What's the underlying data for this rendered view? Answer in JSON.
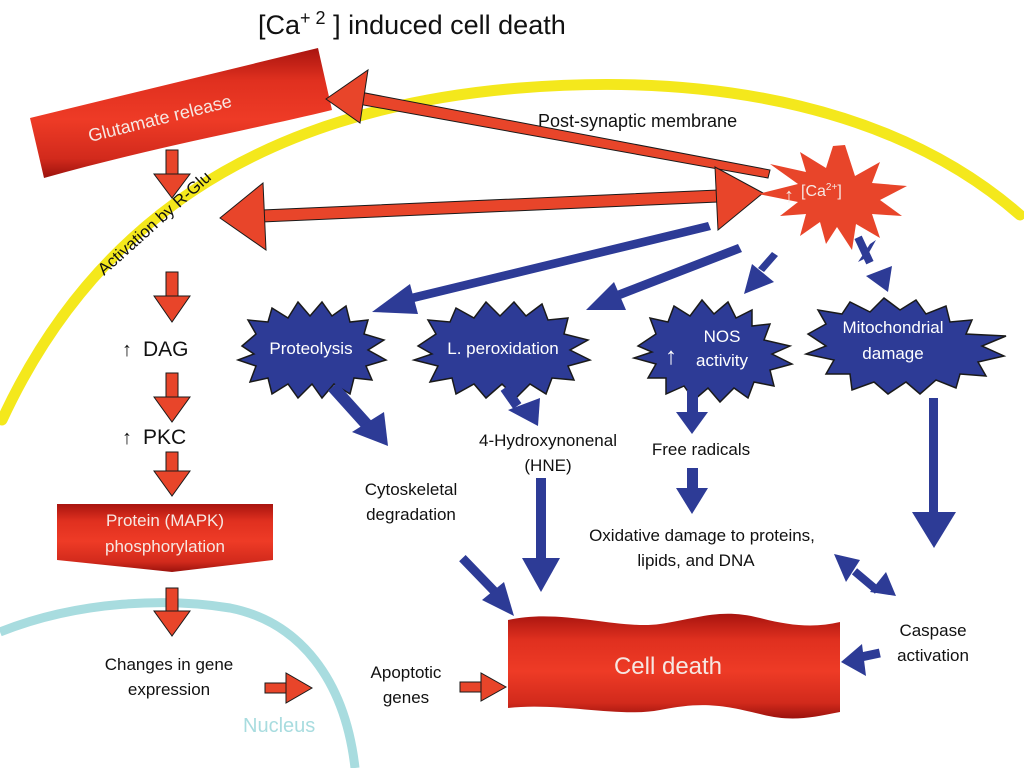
{
  "title": {
    "prefix": "[Ca",
    "sup": "+ 2",
    "suffix": " ] induced cell death"
  },
  "colors": {
    "red": "#e8452a",
    "red_dark": "#b81d17",
    "blue": "#2d3b96",
    "yellow": "#f4e81c",
    "cyan": "#a8dcdf",
    "outline": "#1a1a1a"
  },
  "labels": {
    "glutamate_release": "Glutamate release",
    "post_synaptic_membrane": "Post-synaptic membrane",
    "activation_by_rglu": "Activation by R-Glu",
    "ca_prefix": "[Ca",
    "ca_sup": "2+",
    "ca_suffix": "]",
    "dag": "DAG",
    "pkc": "PKC",
    "up_arrow": "↑",
    "protein_mapk_line1": "Protein (MAPK)",
    "protein_mapk_line2": "phosphorylation",
    "changes_gene_line1": "Changes in gene",
    "changes_gene_line2": "expression",
    "nucleus": "Nucleus",
    "apoptotic_line1": "Apoptotic",
    "apoptotic_line2": "genes",
    "proteolysis": "Proteolysis",
    "l_peroxidation": "L. peroxidation",
    "nos_line1": "NOS",
    "nos_line2": "activity",
    "mito_line1": "Mitochondrial",
    "mito_line2": "damage",
    "hne_line1": "4-Hydroxynonenal",
    "hne_line2": "(HNE)",
    "free_radicals": "Free radicals",
    "cyto_line1": "Cytoskeletal",
    "cyto_line2": "degradation",
    "oxidative_line1": "Oxidative damage to proteins,",
    "oxidative_line2": "lipids, and DNA",
    "caspase_line1": "Caspase",
    "caspase_line2": "activation",
    "cell_death": "Cell death"
  }
}
